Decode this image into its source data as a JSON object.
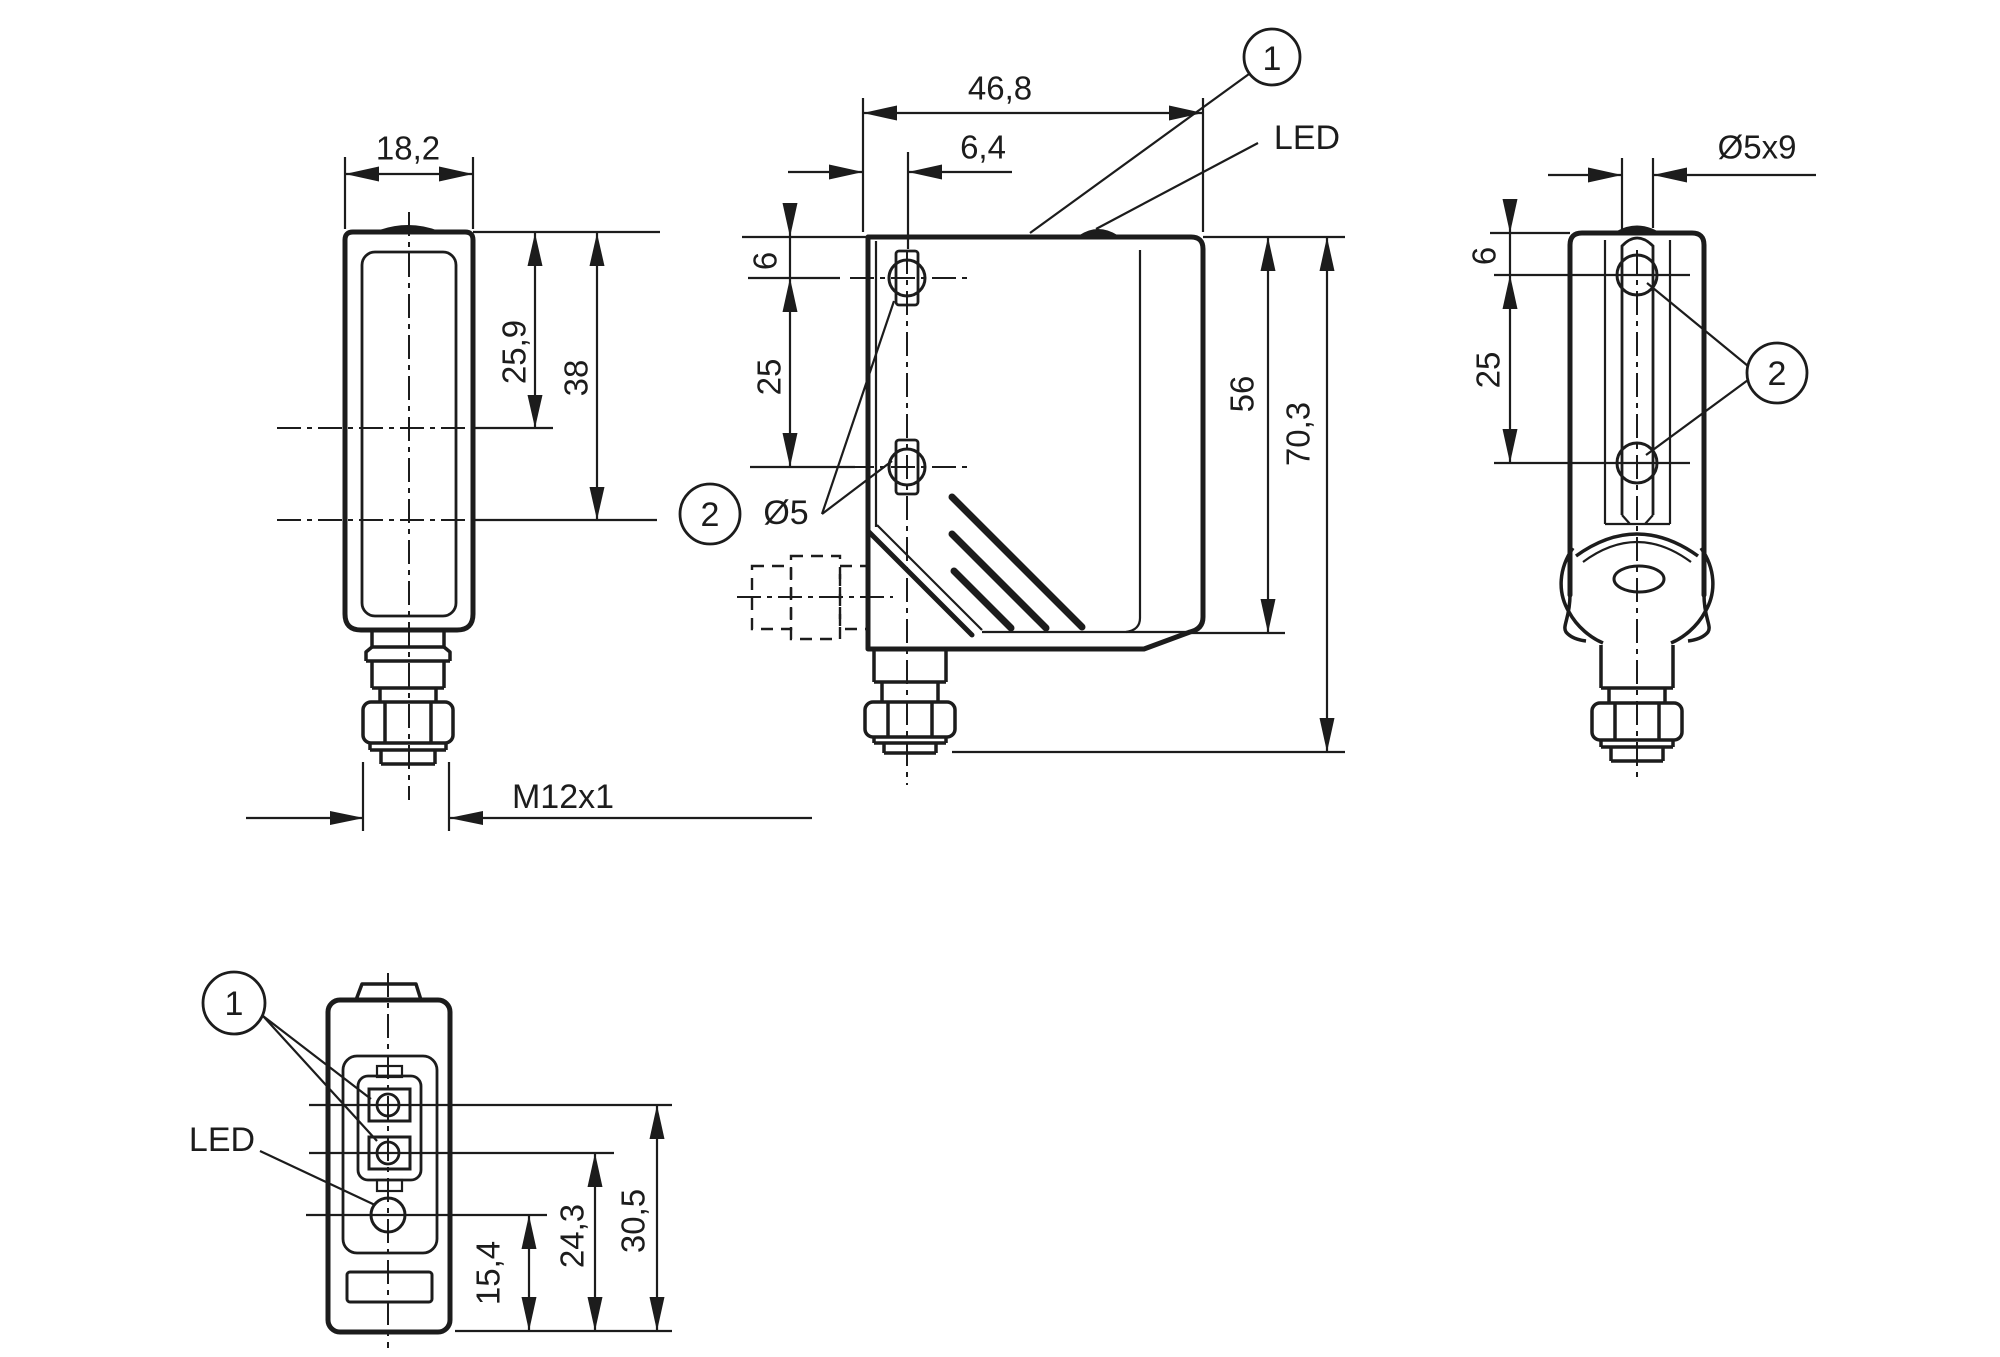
{
  "figure": {
    "kind": "technical dimensional drawing",
    "ink_color": "#1c1c1c",
    "background": "#ffffff"
  },
  "views": {
    "front": {
      "dims": {
        "width": "18,2",
        "lens_axis": "25,9",
        "ref_axis": "38",
        "thread": "M12x1"
      }
    },
    "side": {
      "dims": {
        "depth": "46,8",
        "hole_inset": "6,4",
        "hole_top": "6",
        "hole_pitch": "25",
        "hole_dia": "Ø5",
        "body_height": "56",
        "total_height": "70,3"
      },
      "callouts": {
        "c1": "1",
        "led": "LED",
        "c2": "2"
      }
    },
    "rear": {
      "dims": {
        "slot": "Ø5x9",
        "hole_top": "6",
        "hole_pitch": "25"
      },
      "callouts": {
        "c2": "2"
      }
    },
    "bottom": {
      "dims": {
        "led_axis": "15,4",
        "lens2_axis": "24,3",
        "lens1_axis": "30,5"
      },
      "callouts": {
        "c1": "1",
        "led": "LED"
      }
    }
  }
}
